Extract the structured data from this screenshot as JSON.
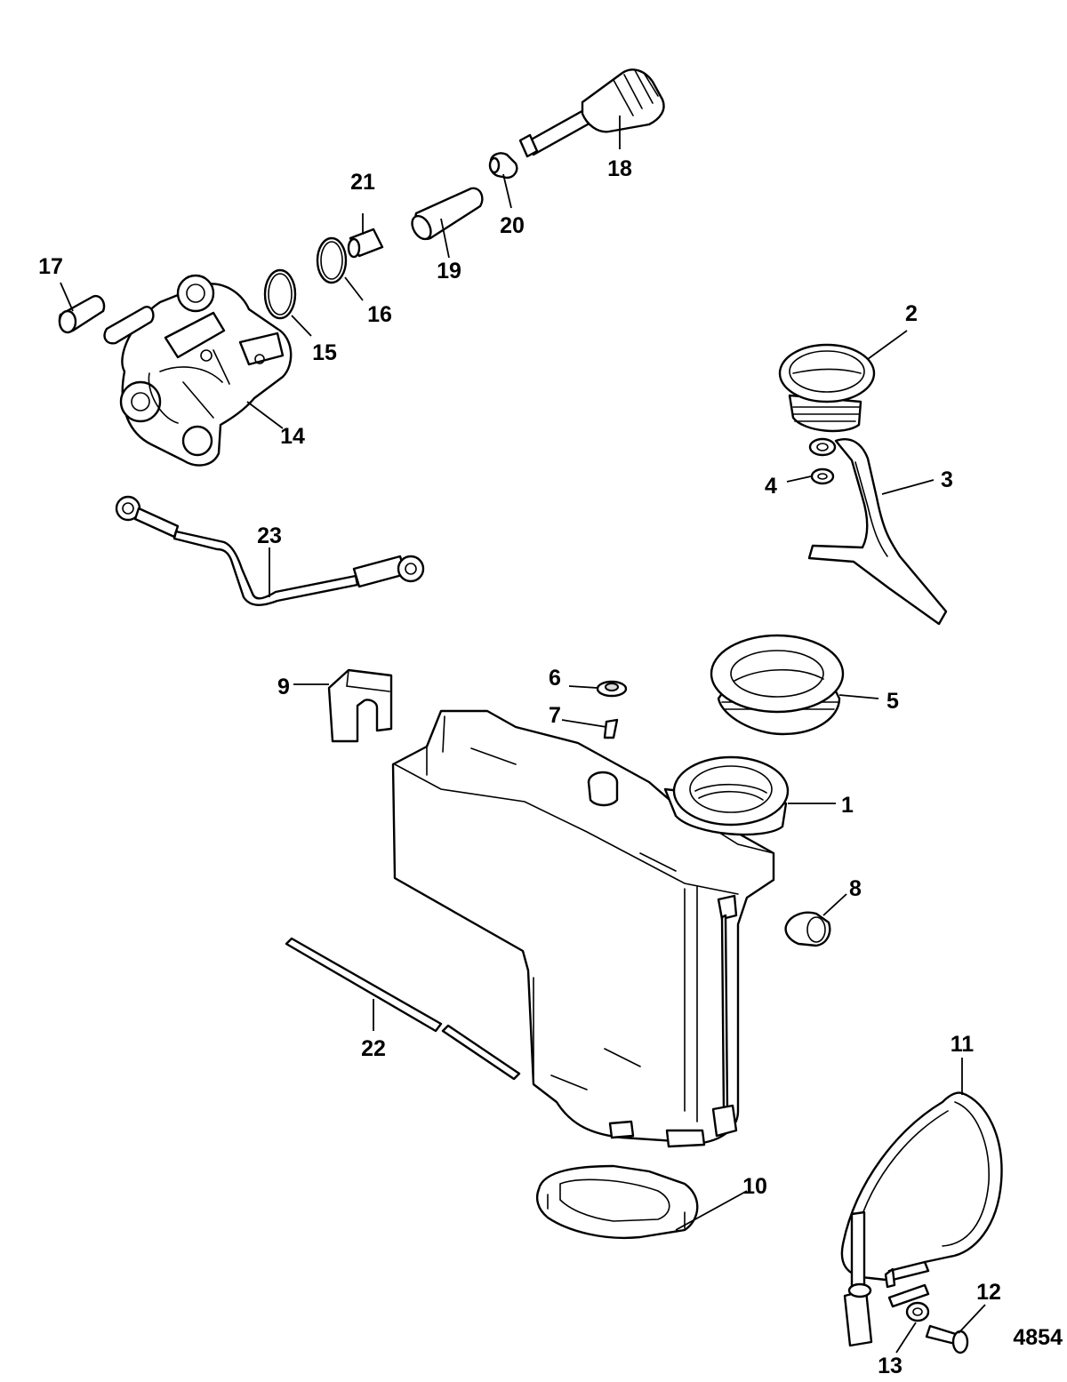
{
  "diagram": {
    "figure_number": "4854",
    "callouts": [
      {
        "id": "c1",
        "label": "1"
      },
      {
        "id": "c2",
        "label": "2"
      },
      {
        "id": "c3",
        "label": "3"
      },
      {
        "id": "c4",
        "label": "4"
      },
      {
        "id": "c5",
        "label": "5"
      },
      {
        "id": "c6",
        "label": "6"
      },
      {
        "id": "c7",
        "label": "7"
      },
      {
        "id": "c8",
        "label": "8"
      },
      {
        "id": "c9",
        "label": "9"
      },
      {
        "id": "c10",
        "label": "10"
      },
      {
        "id": "c11",
        "label": "11"
      },
      {
        "id": "c12",
        "label": "12"
      },
      {
        "id": "c13",
        "label": "13"
      },
      {
        "id": "c14",
        "label": "14"
      },
      {
        "id": "c15",
        "label": "15"
      },
      {
        "id": "c16",
        "label": "16"
      },
      {
        "id": "c17",
        "label": "17"
      },
      {
        "id": "c18",
        "label": "18"
      },
      {
        "id": "c19",
        "label": "19"
      },
      {
        "id": "c20",
        "label": "20"
      },
      {
        "id": "c21",
        "label": "21"
      },
      {
        "id": "c22",
        "label": "22"
      },
      {
        "id": "c23",
        "label": "23"
      }
    ]
  }
}
